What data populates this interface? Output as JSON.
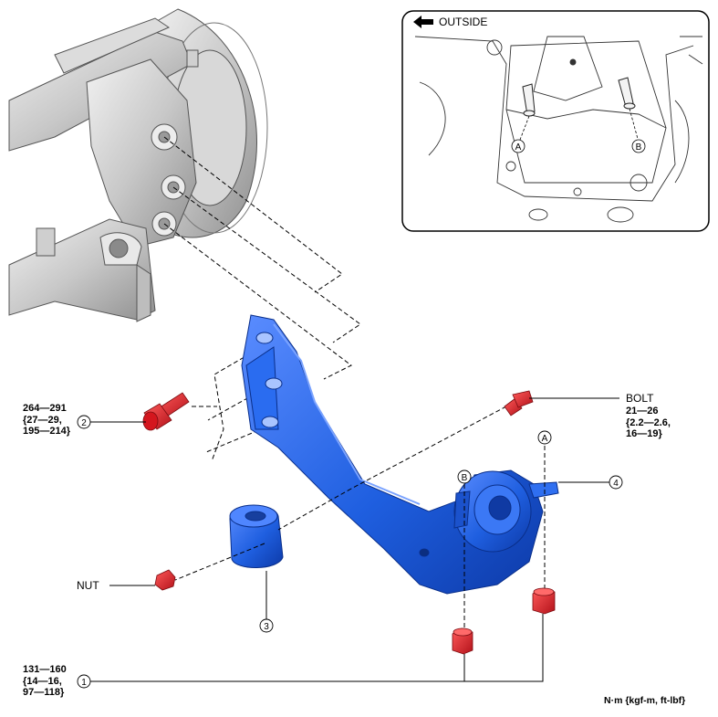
{
  "inset": {
    "direction_label": "OUTSIDE",
    "marker_a": "A",
    "marker_b": "B"
  },
  "callouts": {
    "c1": "1",
    "c2": "2",
    "c3": "3",
    "c4": "4",
    "ref_a": "A",
    "ref_b": "B"
  },
  "labels": {
    "bolt": "BOLT",
    "nut": "NUT"
  },
  "torque": {
    "bolt_spec": [
      "21—26",
      "{2.2—2.6,",
      "16—19}"
    ],
    "item2_spec": [
      "264—291",
      "{27—29,",
      "195—214}"
    ],
    "item1_spec": [
      "131—160",
      "{14—16,",
      "97—118}"
    ]
  },
  "units_note": "N·m {kgf-m, ft-lbf}",
  "colors": {
    "arm_blue": "#1f5fe0",
    "fastener_red": "#e01e26",
    "metal_gray": "#c9c9c9"
  }
}
